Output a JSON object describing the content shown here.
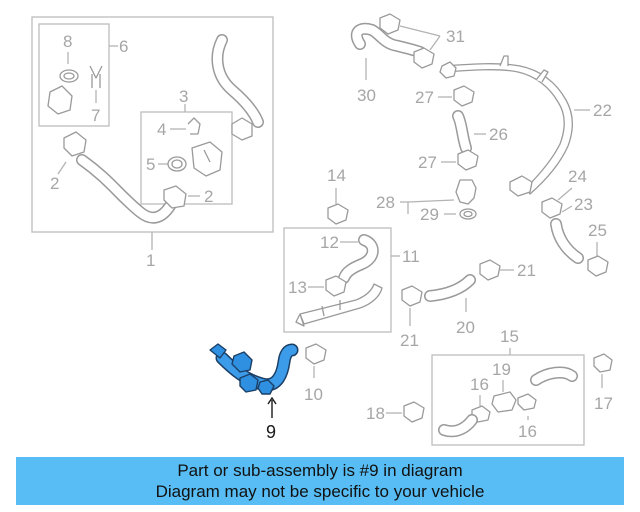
{
  "labels": {
    "p1": "1",
    "p2a": "2",
    "p2b": "2",
    "p3": "3",
    "p4": "4",
    "p5": "5",
    "p6": "6",
    "p7": "7",
    "p8": "8",
    "p9": "9",
    "p10": "10",
    "p11": "11",
    "p12": "12",
    "p13": "13",
    "p14": "14",
    "p15": "15",
    "p16a": "16",
    "p16b": "16",
    "p17": "17",
    "p18": "18",
    "p19": "19",
    "p20": "20",
    "p21a": "21",
    "p21b": "21",
    "p22": "22",
    "p23": "23",
    "p24": "24",
    "p25": "25",
    "p26": "26",
    "p27a": "27",
    "p27b": "27",
    "p28": "28",
    "p29": "29",
    "p30": "30",
    "p31": "31"
  },
  "highlight_part": "9",
  "colors": {
    "highlight": "#2f8fe0",
    "banner": "#57bdf4",
    "line": "#b3b3b3"
  },
  "banner": {
    "line1": "Part or sub-assembly is #9 in diagram",
    "line2": "Diagram may not be specific to your vehicle"
  }
}
